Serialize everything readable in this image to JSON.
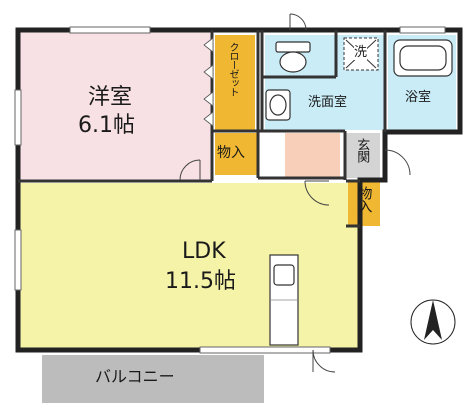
{
  "rooms": {
    "western": {
      "name": "洋室",
      "size": "6.1帖",
      "color": "#f7e1e4"
    },
    "ldk": {
      "name": "LDK",
      "size": "11.5帖",
      "color": "#f5f3a8"
    },
    "closet": {
      "name": "クローゼット",
      "color": "#f0b732"
    },
    "storage_a": {
      "name": "物入",
      "color": "#f0b732"
    },
    "storage_b": {
      "name": "物入",
      "color": "#f0b732"
    },
    "toilet": {
      "color": "#c9ecf7"
    },
    "washroom": {
      "name": "洗面室",
      "color": "#c9ecf7"
    },
    "washer": {
      "name": "洗"
    },
    "bath": {
      "name": "浴室",
      "color": "#c9ecf7"
    },
    "entrance": {
      "name": "玄関",
      "color": "#d4d4d4"
    },
    "hall": {
      "color": "#f8cfb8"
    },
    "balcony": {
      "name": "バルコニー",
      "color": "#bcbcbc"
    }
  },
  "compass": {
    "label": "north-arrow"
  }
}
